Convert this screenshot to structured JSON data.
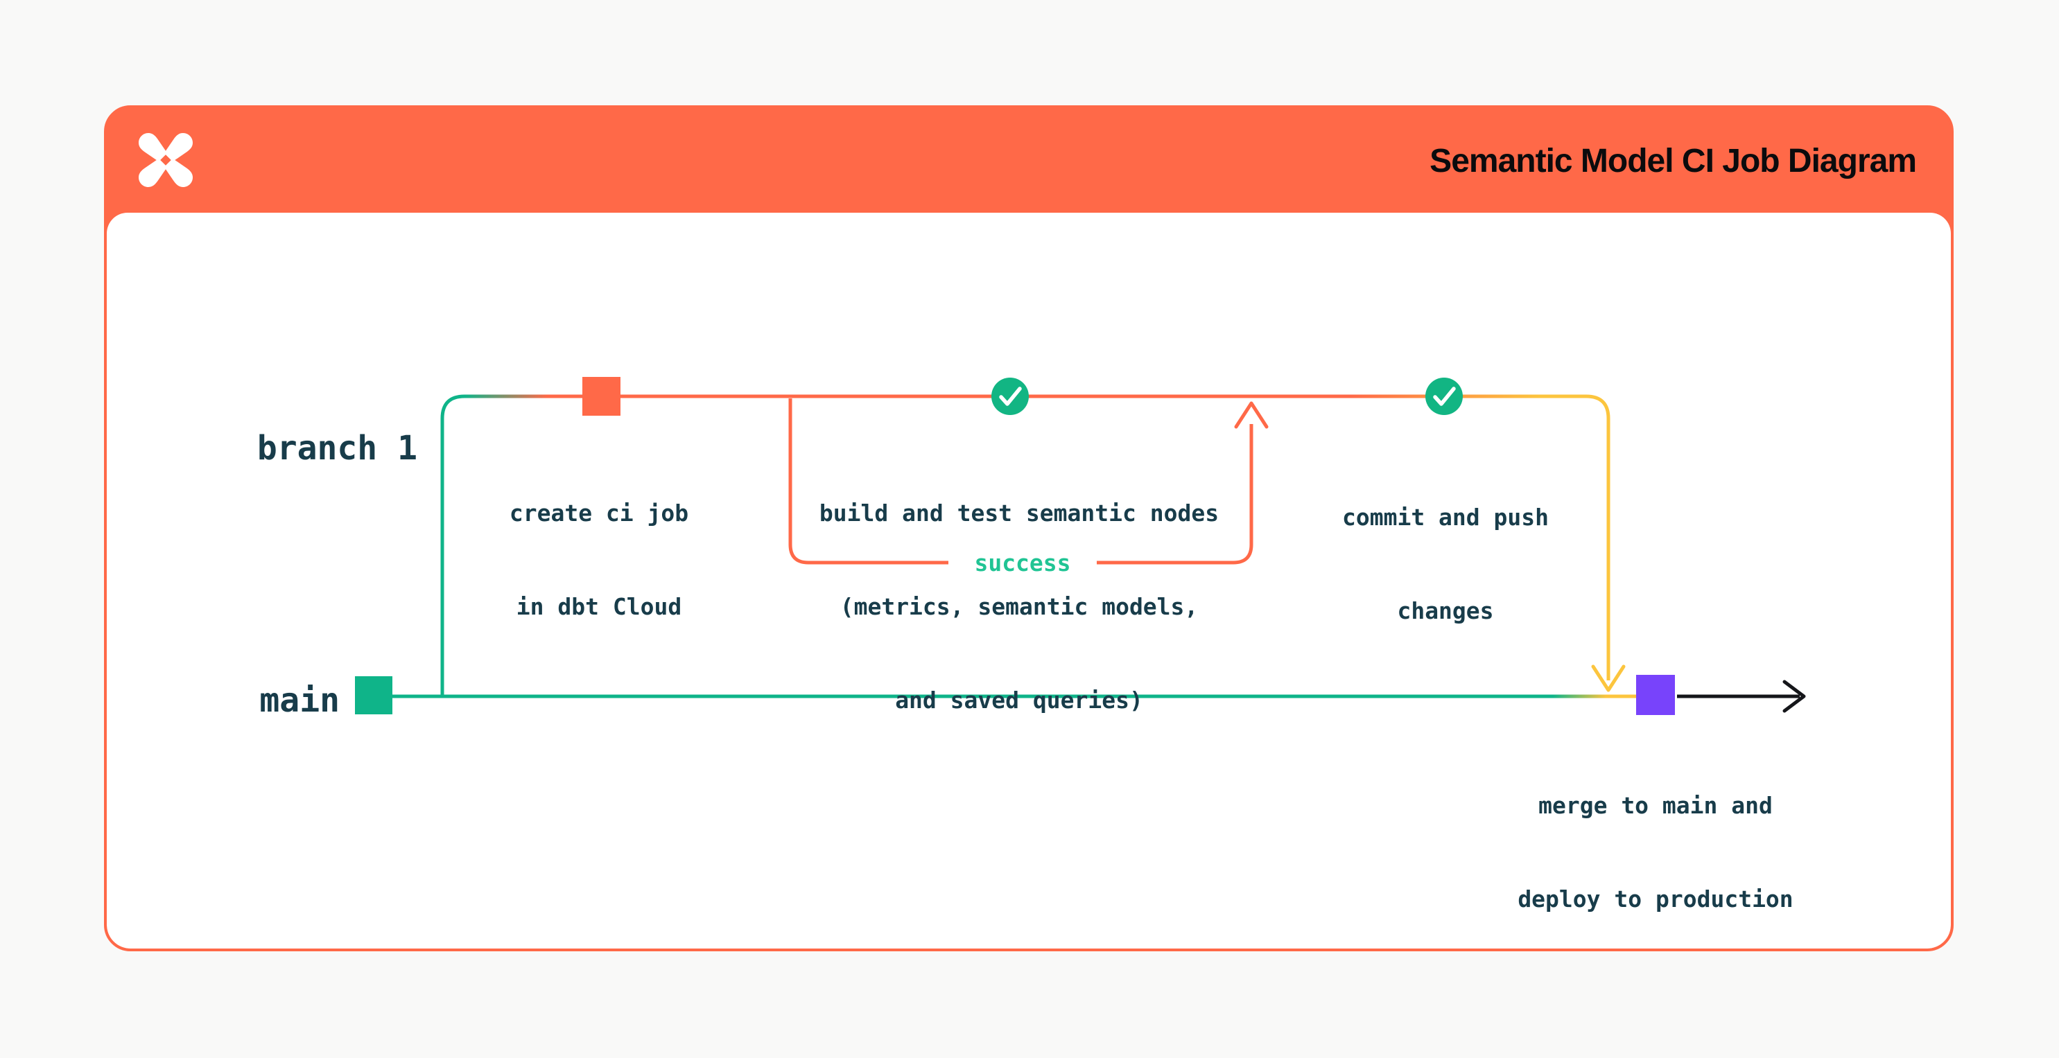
{
  "header": {
    "title": "Semantic Model CI Job Diagram",
    "logo": "dbt-logo"
  },
  "colors": {
    "header_orange": "#ff6948",
    "line_orange": "#ff6948",
    "line_teal": "#0fb489",
    "line_yellow": "#fcc53e",
    "check_green": "#12b583",
    "success_green": "#20c494",
    "merge_purple": "#7843fb",
    "text_dark": "#183c4a",
    "arrow_black": "#15161a",
    "card_background": "#ffffff",
    "page_background": "#f9f9f8"
  },
  "diagram": {
    "branch1_label": "branch 1",
    "main_label": "main",
    "success_label": "success",
    "nodes": {
      "create_ci": {
        "lines": [
          "create ci job",
          "in dbt Cloud"
        ]
      },
      "build_test": {
        "lines": [
          "build and test semantic nodes",
          "(metrics, semantic models,",
          "and saved queries)"
        ]
      },
      "commit_push": {
        "lines": [
          "commit and push",
          "changes"
        ]
      },
      "merge_deploy": {
        "lines": [
          "merge to main and",
          "deploy to production"
        ]
      }
    }
  }
}
